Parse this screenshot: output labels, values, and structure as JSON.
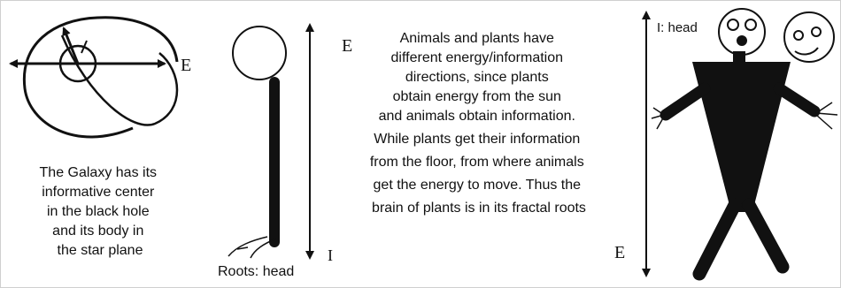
{
  "galaxy": {
    "axis_label": "E",
    "caption_lines": [
      "The Galaxy has its",
      "informative center",
      "in the black hole",
      "and its body in",
      "the star plane"
    ]
  },
  "plant": {
    "axis_label_top": "E",
    "axis_label_bottom": "I",
    "roots_label": "Roots: head"
  },
  "center_text_lines": [
    "Animals and plants have",
    "different energy/information",
    "directions, since plants",
    "obtain energy from the sun",
    "and animals obtain information.",
    "While plants get their information",
    "from the floor, from where animals",
    "get the energy to move. Thus the",
    "brain of plants is in its fractal roots"
  ],
  "human": {
    "head_label": "I: head",
    "axis_label_bottom": "E"
  }
}
